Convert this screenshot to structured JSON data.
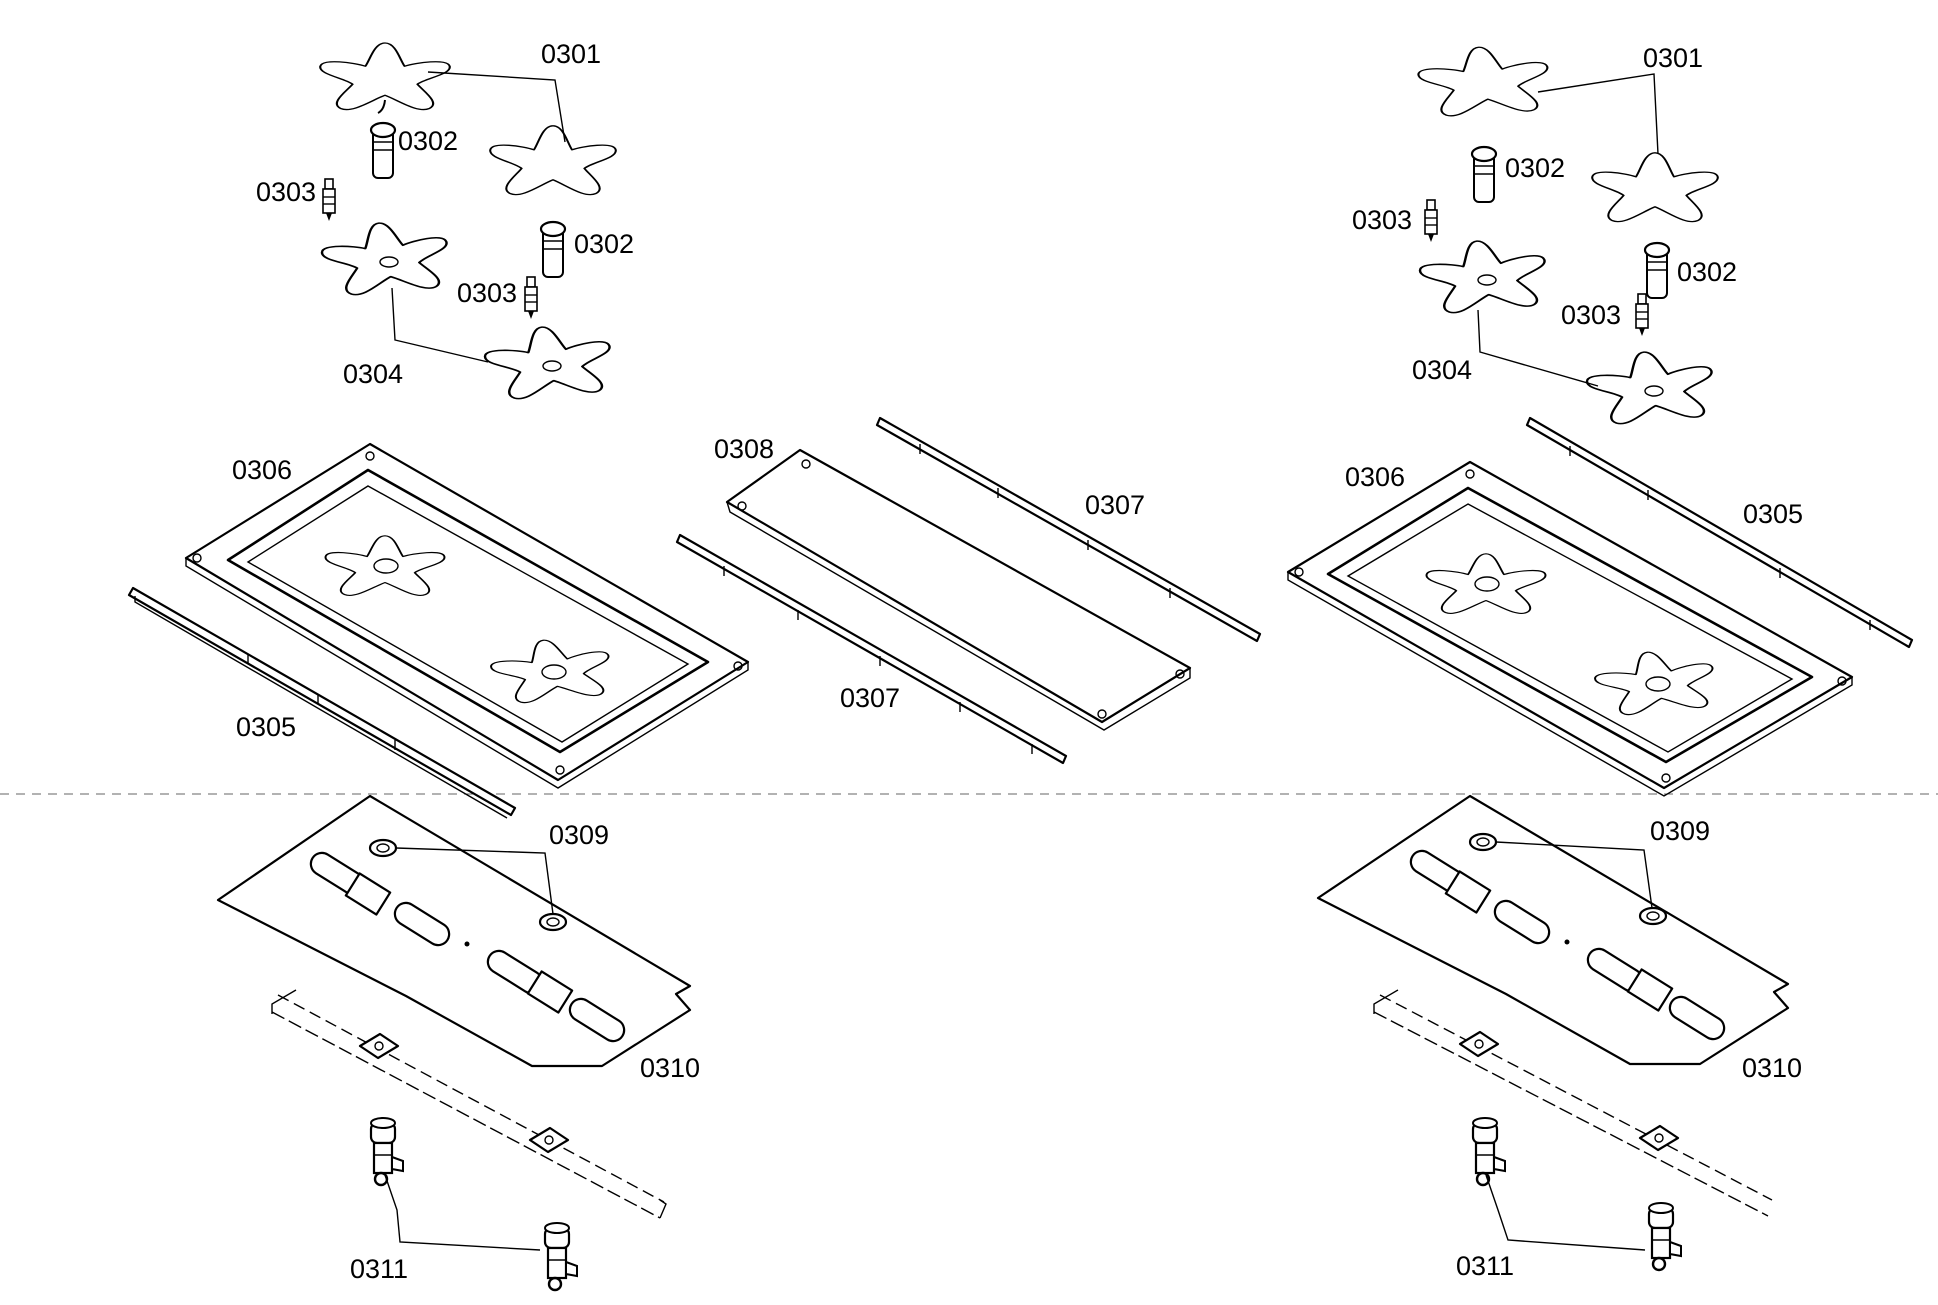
{
  "labels": {
    "p0301": "0301",
    "p0302": "0302",
    "p0303": "0303",
    "p0304": "0304",
    "p0305": "0305",
    "p0306": "0306",
    "p0307": "0307",
    "p0308": "0308",
    "p0309": "0309",
    "p0310": "0310",
    "p0311": "0311"
  }
}
